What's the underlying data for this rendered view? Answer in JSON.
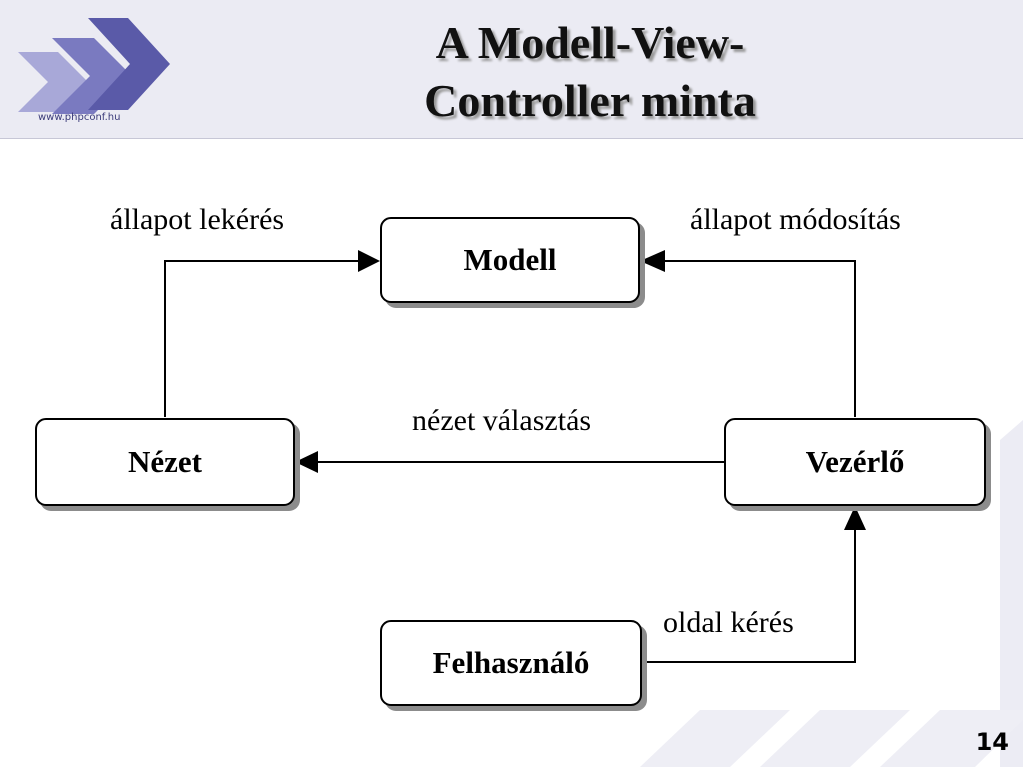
{
  "header": {
    "title_line1": "A Modell-View-",
    "title_line2": "Controller minta",
    "logo_text": "www.phpconf.hu"
  },
  "diagram": {
    "nodes": {
      "modell": "Modell",
      "nezet": "Nézet",
      "vezerlo": "Vezérlő",
      "felhasznalo": "Felhasználó"
    },
    "edges": {
      "allapot_lekeres": "állapot lekérés",
      "allapot_modositas": "állapot módosítás",
      "nezet_valasztas": "nézet választás",
      "oldal_keres": "oldal kérés"
    }
  },
  "footer": {
    "page_number": "14"
  },
  "colors": {
    "header_bg": "#ebebf3",
    "logo": "#5a5aa8",
    "decor": "#e9e9f3"
  }
}
